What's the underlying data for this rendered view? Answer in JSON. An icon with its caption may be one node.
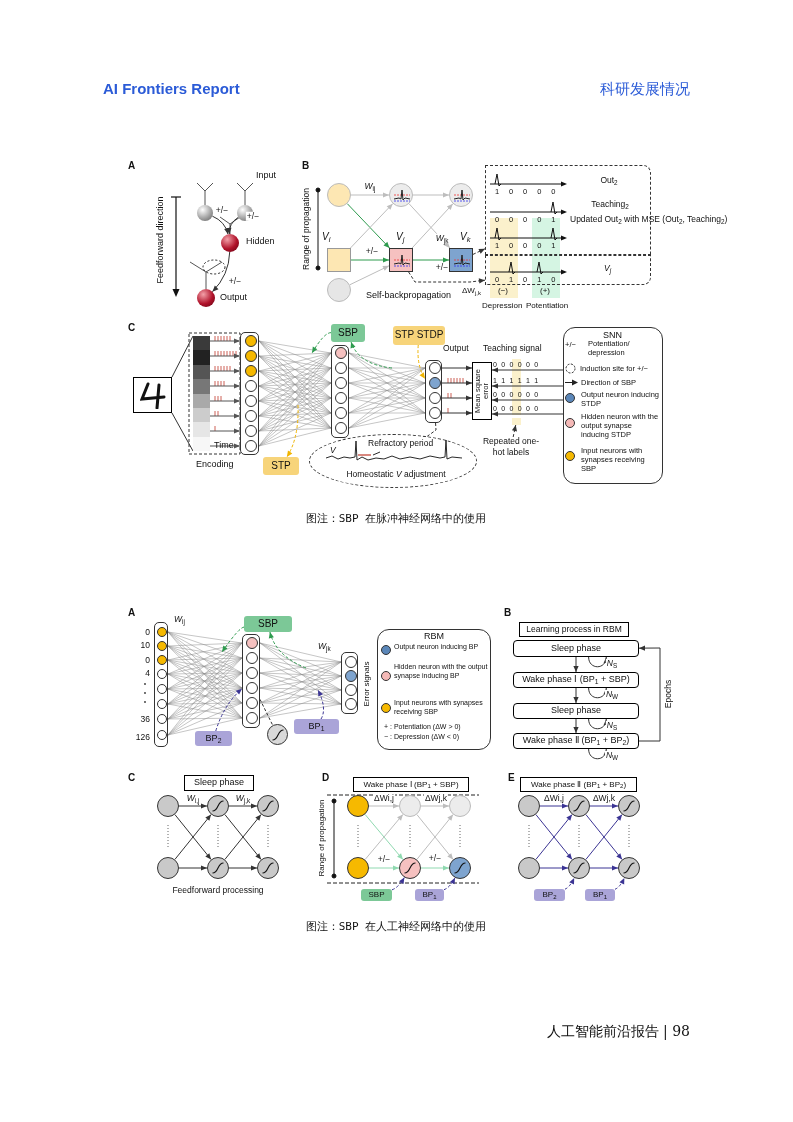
{
  "diagram": {
    "nodes": [
      {
        "text": [],
        "shape": "circle"
      },
      {
        "text": [],
        "shape": "circle",
        "beside": [
          "Input"
        ]
      },
      {
        "text": [],
        "shape": "circle",
        "beside": [
          "Hidden"
        ]
      },
      {
        "text": [],
        "shape": "circle",
        "beside": [
          "Output"
        ]
      },
      {
        "text": [],
        "shape": "circle"
      },
      {
        "text": [
          "V$_{i}$"
        ]
      },
      {
        "text": [],
        "shape": "circle"
      },
      {
        "text": [],
        "shape": "circle"
      },
      {
        "text": [
          "V$_{j}$"
        ]
      },
      {
        "text": [],
        "shape": "circle"
      },
      {
        "text": [
          "V$_{k}$"
        ]
      },
      {
        "text": [
          "Out$_{2}$",
          "Teaching$_{2}$",
          "Updated Out$_{2}$ with MSE (Out$_{2}$, Teaching$_{2}$)"
        ]
      },
      {
        "text": [
          "V$_{j}$"
        ]
      },
      {
        "text": [],
        "shape": "picture"
      },
      {
        "text": [],
        "shape": "bar",
        "beside": [
          "Time",
          "Encoding"
        ]
      },
      {
        "text": [],
        "shape": "box"
      },
      {
        "text": [],
        "shape": "box"
      },
      {
        "text": [],
        "shape": "box"
      },
      {
        "text": [
          "SBP"
        ]
      },
      {
        "text": [
          "STP STDP"
        ]
      },
      {
        "text": [
          "STP"
        ]
      },
      {
        "text": [
          "Mean square error"
        ]
      },
      {
        "text": [
          "V",
          "Refractory period",
          "Homeostatic *V* adjustment"
        ]
      },
      {
        "text": [
          "Repeated one-hot labels"
        ]
      },
      {
        "text": [],
        "shape": "box",
        "beside": [
          "0",
          "10",
          "0",
          "4",
          "36",
          "126"
        ]
      },
      {
        "text": [],
        "shape": "box"
      },
      {
        "text": [],
        "shape": "box",
        "beside": [
          "Error signals"
        ]
      },
      {
        "text": [
          "SBP"
        ]
      },
      {
        "text": [
          "BP$_{2}$"
        ]
      },
      {
        "text": [
          "BP$_{1}$"
        ]
      },
      {
        "text": [],
        "shape": "circle"
      },
      {
        "text": [
          "Learning process in RBM"
        ]
      },
      {
        "text": [
          "Sleep phase"
        ]
      },
      {
        "text": [
          "Wake phase Ⅰ (BP$_{1}$ + SBP)"
        ]
      },
      {
        "text": [
          "Sleep phase"
        ]
      },
      {
        "text": [
          "Wake phase Ⅱ (BP$_{1}$ + BP$_{2}$)"
        ]
      },
      {
        "text": [
          "Sleep phase"
        ]
      },
      {
        "text": [],
        "shape": "circle"
      },
      {
        "text": [],
        "shape": "circle"
      },
      {
        "text": [],
        "shape": "circle"
      },
      {
        "text": [],
        "shape": "circle"
      },
      {
        "text": [],
        "shape": "circle"
      },
      {
        "text": [],
        "shape": "circle"
      },
      {
        "text": [
          "Wake phase Ⅰ (BP$_{1}$ + SBP)"
        ]
      },
      {
        "text": [],
        "shape": "circle"
      },
      {
        "text": [],
        "shape": "circle"
      },
      {
        "text": [],
        "shape": "circle"
      },
      {
        "text": [],
        "shape": "circle"
      },
      {
        "text": [],
        "shape": "circle"
      },
      {
        "text": [],
        "shape": "circle"
      },
      {
        "text": [
          "SBP"
        ]
      },
      {
        "text": [
          "BP$_{1}$"
        ]
      },
      {
        "text": [
          "Wake phase Ⅱ (BP$_{1}$ + BP$_{2}$)"
        ]
      },
      {
        "text": [],
        "shape": "circle"
      },
      {
        "text": [],
        "shape": "circle"
      },
      {
        "text": [],
        "shape": "circle"
      },
      {
        "text": [],
        "shape": "circle"
      },
      {
        "text": [],
        "shape": "circle"
      },
      {
        "text": [],
        "shape": "circle"
      },
      {
        "text": [
          "BP$_{2}$"
        ]
      },
      {
        "text": [
          "BP$_{1}$"
        ]
      },
      {
        "text": [],
        "shape": "bar"
      }
    ],
    "edges": [
      {
        "from": 0,
        "to": 2,
        "arrow": "to",
        "label": "+/−"
      },
      {
        "from": 1,
        "to": 2,
        "arrow": "to",
        "label": "+/−"
      },
      {
        "from": 2,
        "to": 3,
        "arrow": "to",
        "label": "+/−"
      },
      {
        "from": 4,
        "to": 7,
        "arrow": "to",
        "label": "*W*$_{ij}$",
        "color": "#bdbdbd"
      },
      {
        "from": 4,
        "to": 8,
        "arrow": "to",
        "color": "#2e9b4e"
      },
      {
        "from": 5,
        "to": 7,
        "arrow": "to",
        "color": "#bdbdbd"
      },
      {
        "from": 5,
        "to": 8,
        "arrow": "to",
        "label": "+/−",
        "color": "#2e9b4e"
      },
      {
        "from": 6,
        "to": 8,
        "arrow": "to",
        "color": "#bdbdbd"
      },
      {
        "from": 7,
        "to": 9,
        "arrow": "to",
        "color": "#bdbdbd"
      },
      {
        "from": 7,
        "to": 10,
        "arrow": "to",
        "label": "*W*$_{jk}$",
        "color": "#bdbdbd"
      },
      {
        "from": 8,
        "to": 9,
        "arrow": "to",
        "color": "#bdbdbd"
      },
      {
        "from": 8,
        "to": 10,
        "arrow": "to",
        "label": "+/−",
        "color": "#2e9b4e"
      },
      {
        "from": 10,
        "to": 11,
        "arrow": "to",
        "style": "dashed"
      },
      {
        "from": 8,
        "to": 12,
        "arrow": "to",
        "style": "dashed"
      },
      {
        "from": 13,
        "to": 14,
        "arrow": "none"
      },
      {
        "from": 14,
        "to": 15,
        "arrow": "to",
        "color": "#555555"
      },
      {
        "from": 15,
        "to": 16,
        "arrow": "none",
        "color": "#8c8c8c"
      },
      {
        "from": 16,
        "to": 17,
        "arrow": "none",
        "color": "#8c8c8c"
      },
      {
        "from": 18,
        "to": null,
        "arrow": "to",
        "style": "dashed",
        "color": "#2e9b4e"
      },
      {
        "from": null,
        "to": 18,
        "arrow": "to",
        "style": "dashed",
        "color": "#2e9b4e"
      },
      {
        "from": 19,
        "to": 17,
        "arrow": "to",
        "style": "dashed",
        "color": "#f0b400"
      },
      {
        "from": null,
        "to": 20,
        "arrow": "to",
        "style": "dashed",
        "color": "#f0b400"
      },
      {
        "from": 17,
        "to": 21,
        "arrow": "to"
      },
      {
        "from": 23,
        "to": 21,
        "arrow": "to"
      },
      {
        "from": 17,
        "to": 22,
        "arrow": "none",
        "style": "dashed"
      },
      {
        "from": 23,
        "to": 61,
        "arrow": "to",
        "style": "dashed"
      },
      {
        "from": 24,
        "to": 25,
        "arrow": "none",
        "color": "#8c8c8c"
      },
      {
        "from": 25,
        "to": 26,
        "arrow": "none",
        "color": "#8c8c8c"
      },
      {
        "from": 27,
        "to": null,
        "arrow": "to",
        "style": "dashed",
        "color": "#2e9b4e"
      },
      {
        "from": null,
        "to": 27,
        "arrow": "to",
        "style": "dashed",
        "color": "#2e9b4e"
      },
      {
        "from": 28,
        "to": 25,
        "arrow": "to",
        "style": "dashed",
        "color": "#3b3494"
      },
      {
        "from": 29,
        "to": null,
        "arrow": "to",
        "style": "dashed",
        "color": "#3b3494"
      },
      {
        "from": 25,
        "to": 30,
        "arrow": "none",
        "style": "dashed"
      },
      {
        "from": 32,
        "to": 33,
        "arrow": "to"
      },
      {
        "from": 33,
        "to": 34,
        "arrow": "to"
      },
      {
        "from": 34,
        "to": 35,
        "arrow": "to"
      },
      {
        "from": 35,
        "to": 32,
        "arrow": "to",
        "label": "Epochs"
      },
      {
        "from": 32,
        "to": 32,
        "arrow": "to",
        "label": "*N*$_{S}$"
      },
      {
        "from": 33,
        "to": 33,
        "arrow": "to",
        "label": "*N*$_{W}$"
      },
      {
        "from": 34,
        "to": 34,
        "arrow": "to",
        "label": "*N*$_{S}$"
      },
      {
        "from": 35,
        "to": 35,
        "arrow": "to",
        "label": "*N*$_{W}$"
      },
      {
        "from": 37,
        "to": 39,
        "arrow": "to",
        "label": "*W*$_{i,j}$"
      },
      {
        "from": 37,
        "to": 40,
        "arrow": "to"
      },
      {
        "from": 38,
        "to": 39,
        "arrow": "to"
      },
      {
        "from": 38,
        "to": 40,
        "arrow": "to"
      },
      {
        "from": 39,
        "to": 41,
        "arrow": "to",
        "label": "*W*$_{j,k}$"
      },
      {
        "from": 39,
        "to": 42,
        "arrow": "to"
      },
      {
        "from": 40,
        "to": 41,
        "arrow": "to"
      },
      {
        "from": 40,
        "to": 42,
        "arrow": "to"
      },
      {
        "from": 44,
        "to": 46,
        "arrow": "to",
        "label": "ΔWi,j",
        "color": "#bdbdbd"
      },
      {
        "from": 44,
        "to": 47,
        "arrow": "to",
        "color": "#8fd9b0"
      },
      {
        "from": 45,
        "to": 46,
        "arrow": "to",
        "color": "#bdbdbd"
      },
      {
        "from": 45,
        "to": 47,
        "arrow": "to",
        "label": "+/−",
        "color": "#8fd9b0"
      },
      {
        "from": 46,
        "to": 48,
        "arrow": "to",
        "label": "ΔWj,k",
        "color": "#bdbdbd"
      },
      {
        "from": 46,
        "to": 49,
        "arrow": "to",
        "color": "#bdbdbd"
      },
      {
        "from": 47,
        "to": 48,
        "arrow": "to",
        "color": "#bdbdbd"
      },
      {
        "from": 47,
        "to": 49,
        "arrow": "to",
        "label": "+/−",
        "color": "#8fd9b0"
      },
      {
        "from": 50,
        "to": 47,
        "arrow": "to",
        "style": "dashed",
        "color": "#3b3494"
      },
      {
        "from": 51,
        "to": 49,
        "arrow": "to",
        "style": "dashed",
        "color": "#3b3494"
      },
      {
        "from": 53,
        "to": 55,
        "arrow": "to",
        "label": "ΔWi,j",
        "color": "#3b3494"
      },
      {
        "from": 53,
        "to": 56,
        "arrow": "to",
        "color": "#3b3494"
      },
      {
        "from": 54,
        "to": 55,
        "arrow": "to",
        "color": "#3b3494"
      },
      {
        "from": 54,
        "to": 56,
        "arrow": "to",
        "color": "#3b3494"
      },
      {
        "from": 55,
        "to": 57,
        "arrow": "to",
        "label": "ΔWj,k",
        "color": "#3b3494"
      },
      {
        "from": 55,
        "to": 58,
        "arrow": "to",
        "color": "#3b3494"
      },
      {
        "from": 56,
        "to": 57,
        "arrow": "to",
        "color": "#3b3494"
      },
      {
        "from": 56,
        "to": 58,
        "arrow": "to",
        "color": "#3b3494"
      },
      {
        "from": 59,
        "to": 56,
        "arrow": "to",
        "style": "dashed",
        "color": "#3b3494"
      },
      {
        "from": 60,
        "to": 58,
        "arrow": "to",
        "style": "dashed",
        "color": "#3b3494"
      }
    ],
    "labels": [
      "AI Frontiers Report",
      "科研发展情况",
      "A",
      "Feedforward direction",
      "B",
      "Range of propagation",
      "1 0 0 0 0",
      "0 0 0 0 1",
      "1 0 0 0 1",
      "0 1 0 1 0",
      "ΔW$_{j,k}$",
      "(−)",
      "(+)",
      "Depression",
      "Potentiation",
      "Self-backpropagation",
      "C",
      "Output",
      "Teaching signal",
      "0 0 0 0 0 0",
      "1 1 1 1 1 1",
      "0 0 0 0 0 0",
      "0 0 0 0 0 0",
      "SNN",
      "+/−",
      "图注：SBP 在脉冲神经网络中的使用",
      "A",
      "*W*$_{ij}$",
      "*W*$_{jk}$",
      "RBM",
      "+ : Potentiation (ΔW > 0)",
      "− : Depression (ΔW < 0)",
      "B",
      "C",
      "Feedforward processing",
      "D",
      "Range of propagation",
      "E",
      "图注：SBP 在人工神经网络中的使用",
      "人工智能前沿报告 | 98"
    ],
    "legend": [
      {
        "text": "Potentiation/ depression"
      },
      {
        "text": "Induction site for +/−"
      },
      {
        "text": "Direction of SBP"
      },
      {
        "text": "Output neuron inducing STDP",
        "color": "#5b87b9"
      },
      {
        "text": "Hidden neuron with the output synapse inducing STDP",
        "color": "#f5b9b7"
      },
      {
        "text": "Input neurons with synapses receiving SBP",
        "color": "#f6b900"
      },
      {
        "text": "Output neuron inducing BP",
        "color": "#5b87b9"
      },
      {
        "text": "Hidden neuron with the output synapse inducing BP",
        "color": "#f5b9b7"
      },
      {
        "text": "Input neurons with synapses receiving SBP",
        "color": "#f6b900"
      }
    ]
  }
}
